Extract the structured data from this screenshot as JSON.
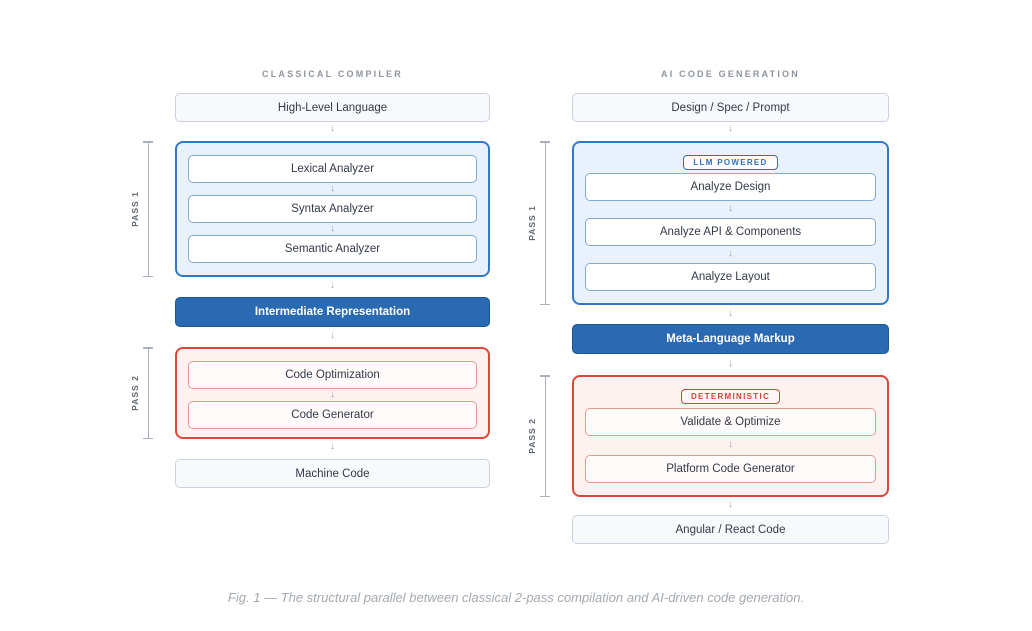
{
  "glyphs": {
    "down_arrow": "↓"
  },
  "colors": {
    "accent_blue": "#3278c9",
    "dark_blue_bar": "#2a6ab3",
    "accent_red": "#d9483b",
    "blue_group_fill": "#e9f2fc",
    "red_group_fill": "#fdf2ef",
    "plain_box_fill": "#f8f9fc",
    "muted_gray": "#8d949e"
  },
  "left": {
    "heading": "CLASSICAL COMPILER",
    "input_box": "High-Level Language",
    "pass1": {
      "label": "PASS 1",
      "items": [
        "Lexical Analyzer",
        "Syntax Analyzer",
        "Semantic Analyzer"
      ]
    },
    "ir_bar": "Intermediate Representation",
    "pass2": {
      "label": "PASS 2",
      "items": [
        "Code Optimization",
        "Code Generator"
      ]
    },
    "output_box": "Machine Code"
  },
  "right": {
    "heading": "AI CODE GENERATION",
    "input_box": "Design / Spec / Prompt",
    "pass1": {
      "label": "PASS 1",
      "badge": "LLM POWERED",
      "items": [
        "Analyze Design",
        "Analyze API & Components",
        "Analyze Layout"
      ]
    },
    "ir_bar": "Meta-Language Markup",
    "pass2": {
      "label": "PASS 2",
      "badge": "DETERMINISTIC",
      "items": [
        "Validate & Optimize",
        "Platform Code Generator"
      ]
    },
    "output_box": "Angular / React Code"
  },
  "caption": "Fig. 1 — The structural parallel between classical 2-pass compilation and AI-driven code generation."
}
